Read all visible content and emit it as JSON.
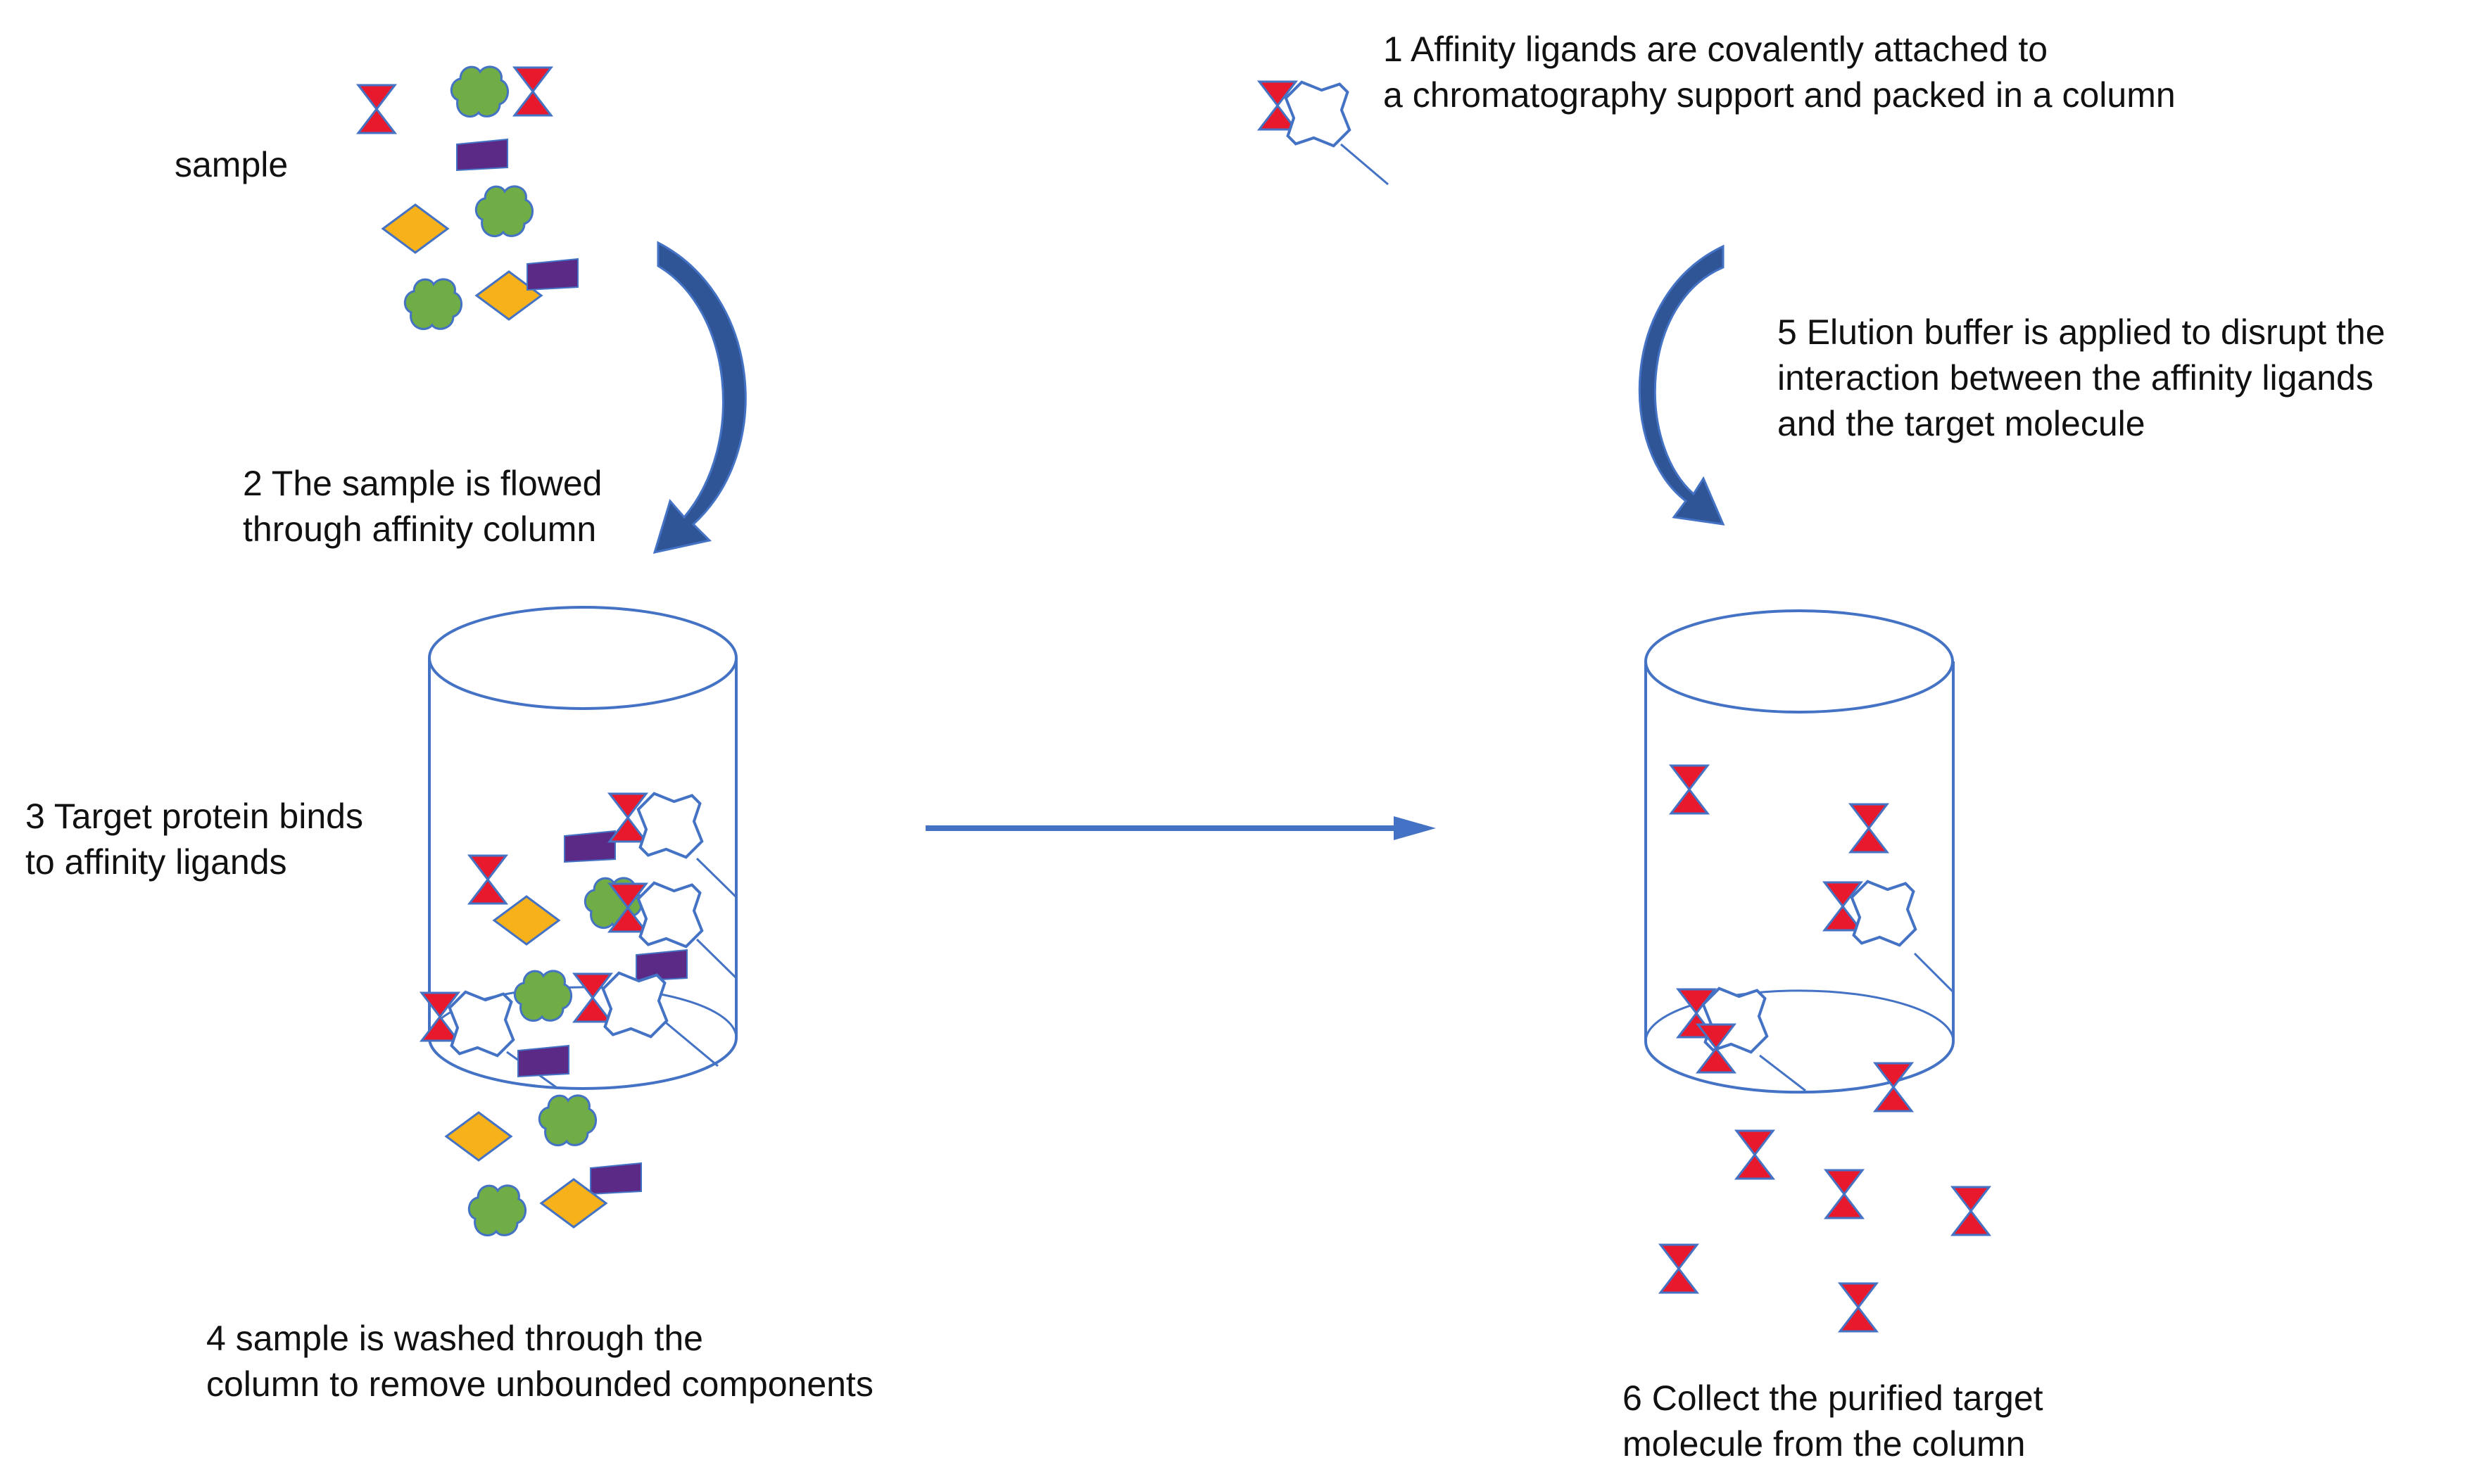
{
  "labels": {
    "sample": "sample",
    "step1_line1": "1 Affinity ligands are covalently attached to",
    "step1_line2": " a chromatography support and packed in a column",
    "step2_line1": "2 The sample is flowed",
    "step2_line2": "through affinity column",
    "step3_line1": "3 Target protein binds",
    "step3_line2": " to affinity ligands",
    "step4_line1": "4 sample is washed through the",
    "step4_line2": "column to remove unbounded components",
    "step5_line1": "5 Elution buffer is applied to disrupt the",
    "step5_line2": " interaction between the affinity ligands",
    "step5_line3": "and the target molecule",
    "step6_line1": "6 Collect the purified target",
    "step6_line2": "molecule from the column"
  },
  "icons": {
    "target": "hourglass-target-icon",
    "ligand": "ligand-cross-icon",
    "globule": "green-globular-protein-icon",
    "diamond": "orange-diamond-icon",
    "block": "purple-block-icon",
    "column": "cylinder-column-icon",
    "arrow": "curved-arrow-icon"
  },
  "colors": {
    "outline": "#4472C4",
    "arrow": "#2F5597",
    "target": "#E8192C",
    "globule": "#70AD47",
    "diamond": "#F7B21B",
    "block": "#5B2A86",
    "text": "#111111"
  }
}
